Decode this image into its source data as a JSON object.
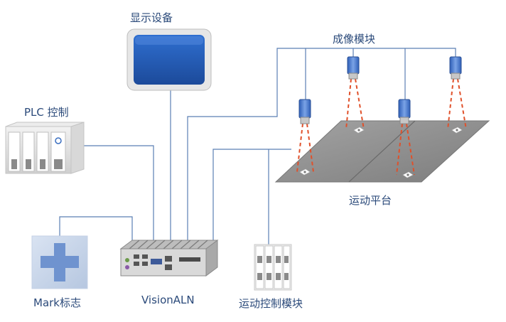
{
  "labels": {
    "display": "显示设备",
    "imaging": "成像模块",
    "plc": "PLC 控制",
    "platform": "运动平台",
    "mark": "Mark标志",
    "controller": "VisionALN",
    "motion_control": "运动控制模块"
  },
  "colors": {
    "wire": "#5b7fb3",
    "label": "#2b4a7a",
    "laser": "#e0502a",
    "platform": "#8e8e8e",
    "screen": "#2f6fc8",
    "camera": "#4a78c8"
  }
}
